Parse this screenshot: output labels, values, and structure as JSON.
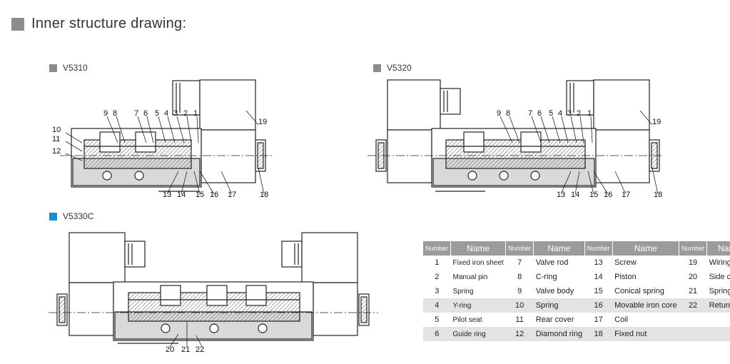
{
  "heading": "Inner structure drawing:",
  "models": {
    "v5310": "V5310",
    "v5320": "V5320",
    "v5330c": "V5330C"
  },
  "colors": {
    "section_square": "#8c8c8c",
    "v5330c_square": "#1a8fd0",
    "table_header": "#9b9b9b",
    "table_shade": "#e3e3e3"
  },
  "callouts": {
    "v5310": [
      "1",
      "2",
      "3",
      "4",
      "5",
      "6",
      "7",
      "8",
      "9",
      "10",
      "11",
      "12",
      "13",
      "14",
      "15",
      "16",
      "17",
      "18",
      "19"
    ],
    "v5320": [
      "1",
      "2",
      "3",
      "4",
      "5",
      "6",
      "7",
      "8",
      "9",
      "13",
      "14",
      "15",
      "16",
      "17",
      "18",
      "19"
    ],
    "v5330c": [
      "20",
      "21",
      "22"
    ]
  },
  "table": {
    "header": [
      "Number",
      "Name",
      "Number",
      "Name",
      "Number",
      "Name",
      "Number",
      "Name"
    ],
    "rows": [
      [
        "1",
        "Fixed iron sheet",
        "7",
        "Valve rod",
        "13",
        "Screw",
        "19",
        "Wiring box"
      ],
      [
        "2",
        "Manual pin",
        "8",
        "C-ring",
        "14",
        "Piston",
        "20",
        "Side cover"
      ],
      [
        "3",
        "Spring",
        "9",
        "Valve body",
        "15",
        "Conical spring",
        "21",
        "Spring"
      ],
      [
        "4",
        "Y-ring",
        "10",
        "Spring",
        "16",
        "Movable iron core",
        "22",
        "Return seat"
      ],
      [
        "5",
        "Pilot seat",
        "11",
        "Rear cover",
        "17",
        "Coil",
        "",
        ""
      ],
      [
        "6",
        "Guide ring",
        "12",
        "Diamond ring",
        "18",
        "Fixed nut",
        "",
        ""
      ]
    ]
  }
}
